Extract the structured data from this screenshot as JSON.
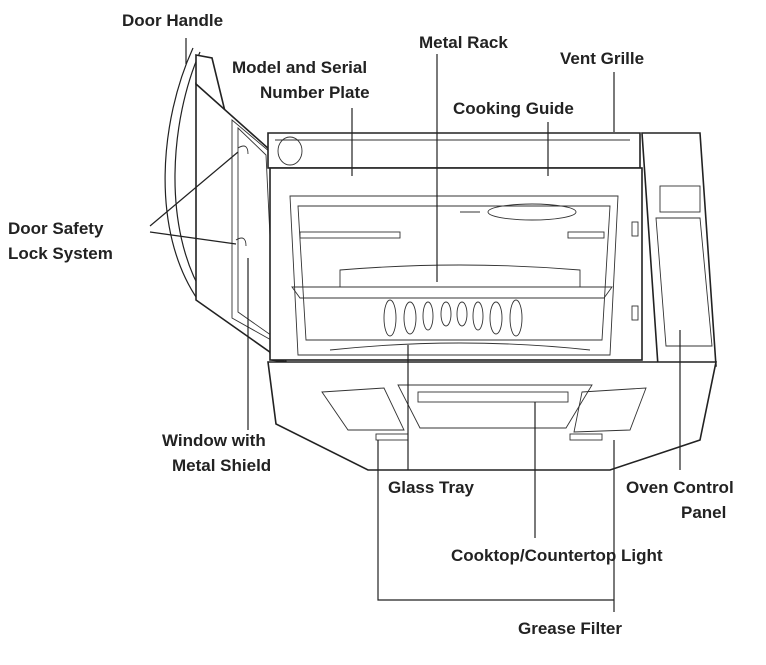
{
  "labels": {
    "door_handle": "Door Handle",
    "metal_rack": "Metal Rack",
    "model_plate_line1": "Model and Serial",
    "model_plate_line2": "Number Plate",
    "vent_grille": "Vent Grille",
    "cooking_guide": "Cooking Guide",
    "door_safety_line1": "Door Safety",
    "door_safety_line2": "Lock System",
    "window_line1": "Window with",
    "window_line2": "Metal Shield",
    "glass_tray": "Glass Tray",
    "oven_control_line1": "Oven Control",
    "oven_control_line2": "Panel",
    "cooktop_light": "Cooktop/Countertop Light",
    "grease_filter": "Grease Filter"
  },
  "colors": {
    "line": "#222222",
    "background": "#ffffff"
  }
}
